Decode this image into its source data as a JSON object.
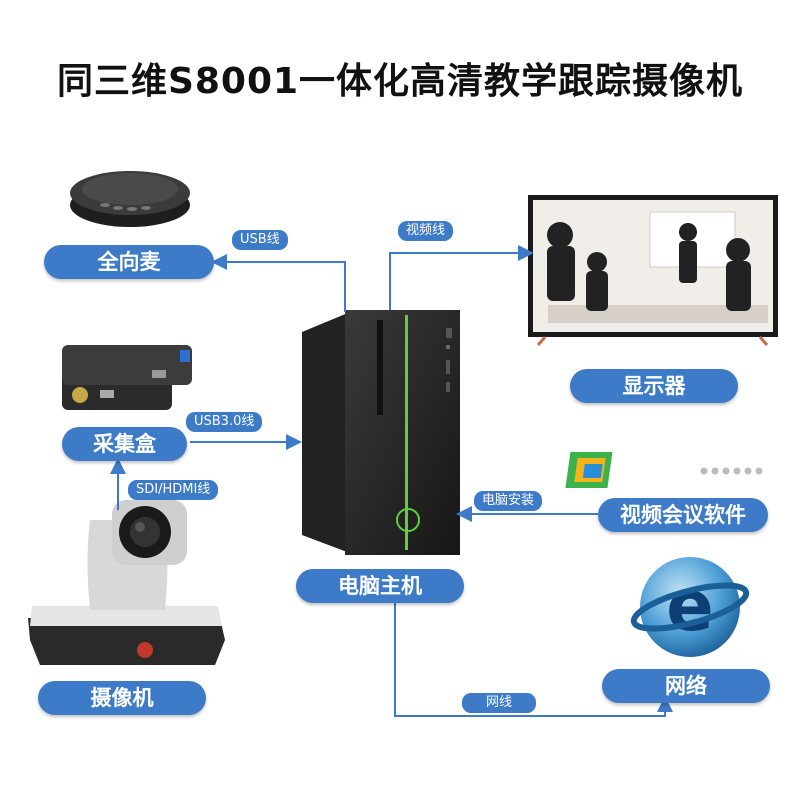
{
  "title": "同三维S8001一体化高清教学跟踪摄像机",
  "nodes": {
    "mic": "全向麦",
    "capture": "采集盒",
    "camera": "摄像机",
    "pc": "电脑主机",
    "display": "显示器",
    "software": "视频会议软件",
    "network": "网络"
  },
  "edges": {
    "usb": "USB线",
    "usb3": "USB3.0线",
    "sdi_hdmi": "SDI/HDMI线",
    "video": "视频线",
    "install": "电脑安装",
    "net": "网线"
  },
  "colors": {
    "accent": "#3d7bc8",
    "line": "#3d7bc8"
  }
}
